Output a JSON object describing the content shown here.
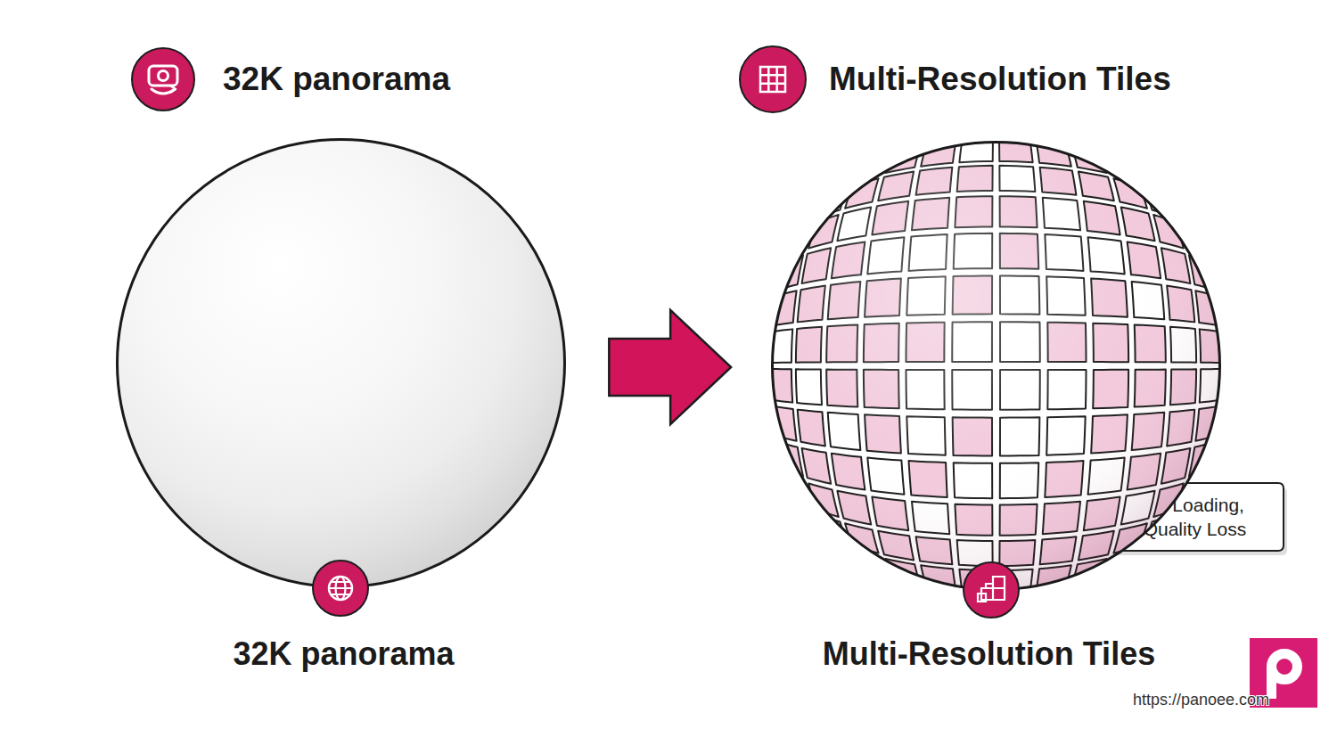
{
  "diagram": {
    "nodes": [
      {
        "text": [
          "32K panorama"
        ]
      },
      {
        "text": [
          "Multi-Resolution Tiles"
        ]
      },
      {
        "text": [
          "Faster Loading, No Quality Loss"
        ],
        "in": 1
      }
    ],
    "edges": [
      {
        "from": 0,
        "to": 1,
        "arrow": "to"
      }
    ],
    "labels": [
      "32K panorama",
      "Multi-Resolution Tiles",
      "https://panoee.com"
    ]
  }
}
